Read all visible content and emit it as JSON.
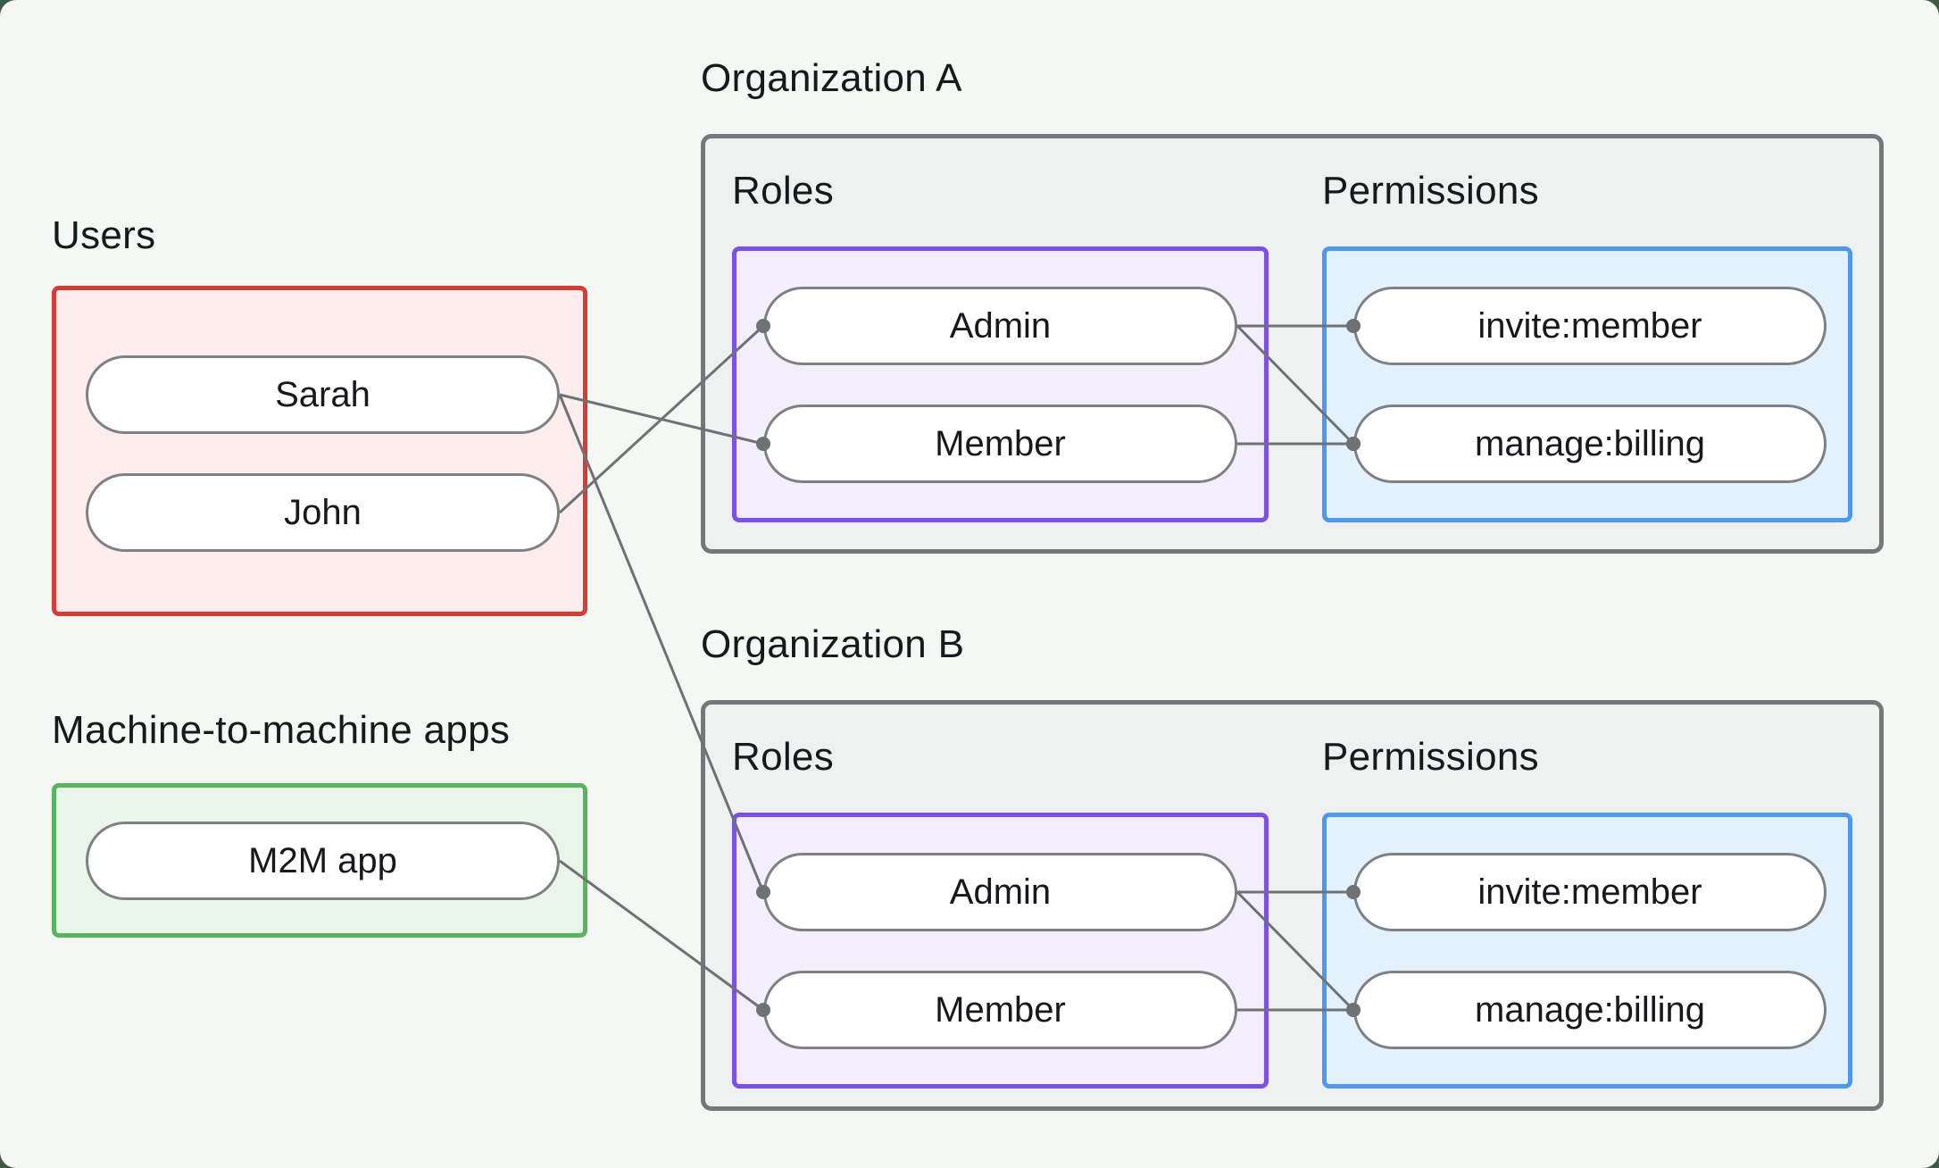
{
  "groups": {
    "users": {
      "label": "Users",
      "items": [
        {
          "id": "sarah",
          "label": "Sarah"
        },
        {
          "id": "john",
          "label": "John"
        }
      ]
    },
    "m2m": {
      "label": "Machine-to-machine apps",
      "items": [
        {
          "id": "m2m_app",
          "label": "M2M app"
        }
      ]
    }
  },
  "organizations": [
    {
      "id": "orgA",
      "title": "Organization A",
      "roles_label": "Roles",
      "permissions_label": "Permissions",
      "roles": [
        {
          "id": "orgA_admin",
          "label": "Admin"
        },
        {
          "id": "orgA_member",
          "label": "Member"
        }
      ],
      "permissions": [
        {
          "id": "orgA_invite",
          "label": "invite:member"
        },
        {
          "id": "orgA_billing",
          "label": "manage:billing"
        }
      ]
    },
    {
      "id": "orgB",
      "title": "Organization B",
      "roles_label": "Roles",
      "permissions_label": "Permissions",
      "roles": [
        {
          "id": "orgB_admin",
          "label": "Admin"
        },
        {
          "id": "orgB_member",
          "label": "Member"
        }
      ],
      "permissions": [
        {
          "id": "orgB_invite",
          "label": "invite:member"
        },
        {
          "id": "orgB_billing",
          "label": "manage:billing"
        }
      ]
    }
  ],
  "edges": [
    {
      "from": "sarah",
      "to": "orgA_member"
    },
    {
      "from": "john",
      "to": "orgA_admin"
    },
    {
      "from": "sarah",
      "to": "orgB_admin"
    },
    {
      "from": "m2m_app",
      "to": "orgB_member"
    },
    {
      "from": "orgA_admin",
      "to": "orgA_invite"
    },
    {
      "from": "orgA_admin",
      "to": "orgA_billing"
    },
    {
      "from": "orgA_member",
      "to": "orgA_billing"
    },
    {
      "from": "orgB_admin",
      "to": "orgB_invite"
    },
    {
      "from": "orgB_admin",
      "to": "orgB_billing"
    },
    {
      "from": "orgB_member",
      "to": "orgB_billing"
    }
  ],
  "edge_style": {
    "color": "#6e7275",
    "width": 3,
    "dot_radius": 8
  },
  "colors": {
    "page_bg": "#3d5a45",
    "canvas_bg": "#f4f7f4",
    "text": "#17191d",
    "users_border": "#da3a32",
    "users_fill": "#fdedec",
    "m2m_border": "#58b55f",
    "m2m_fill": "#eaf5e9",
    "org_border": "#74787b",
    "org_fill": "#eff0f0",
    "roles_border": "#7a51f0",
    "roles_fill": "#f3eefc",
    "perms_border": "#4c99f5",
    "perms_fill": "#e3f1fc",
    "pill_border": "#7d8184",
    "pill_fill": "#ffffff",
    "line": "#6e7275"
  }
}
